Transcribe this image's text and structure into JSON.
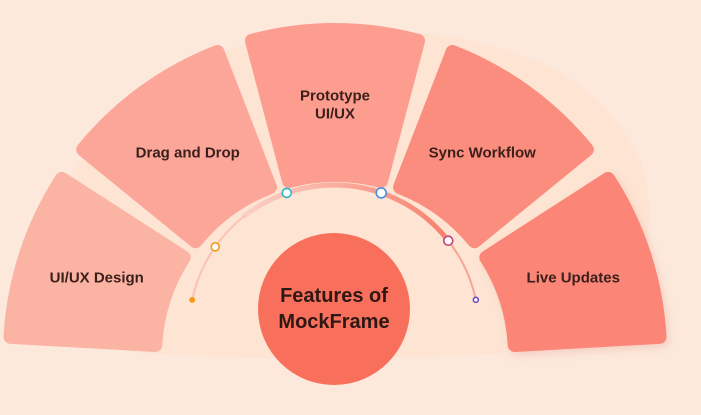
{
  "title": {
    "line1": "Features of",
    "line2": "MockFrame"
  },
  "segments": [
    {
      "id": "uiux-design",
      "label_lines": [
        "UI/UX Design"
      ],
      "color": "#fbb3a4"
    },
    {
      "id": "drag-drop",
      "label_lines": [
        "Drag and Drop"
      ],
      "color": "#fba699"
    },
    {
      "id": "prototype",
      "label_lines": [
        "Prototype",
        "UI/UX"
      ],
      "color": "#fc9d8f"
    },
    {
      "id": "sync-workflow",
      "label_lines": [
        "Sync Workflow"
      ],
      "color": "#fb8d7f"
    },
    {
      "id": "live-updates",
      "label_lines": [
        "Live Updates"
      ],
      "color": "#fb8677"
    }
  ],
  "colors": {
    "background": "#fce9dc",
    "blob": "#fde4d3",
    "center_circle": "#f8705c",
    "arc_start": "#fbd0c6",
    "arc_end": "#f8826f",
    "markers": [
      "#f59b1c",
      "#f59b1c",
      "#2ab7c9",
      "#4a90e2",
      "#c2427a",
      "#6a4bc2"
    ]
  }
}
